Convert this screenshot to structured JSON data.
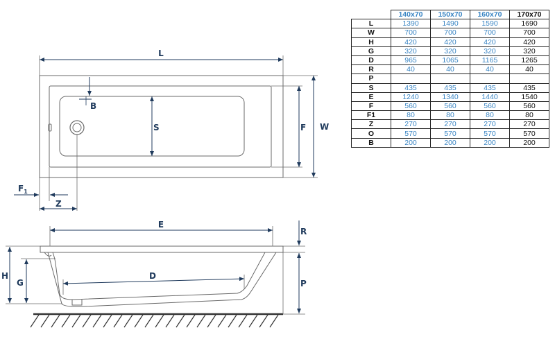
{
  "diagram": {
    "top_view_labels": {
      "L": "L",
      "W": "W",
      "F": "F",
      "S": "S",
      "B": "B",
      "Z": "Z",
      "F1_main": "F",
      "F1_sub": "1"
    },
    "side_view_labels": {
      "E": "E",
      "R": "R",
      "H": "H",
      "G": "G",
      "D": "D",
      "P": "P"
    }
  },
  "spec_table": {
    "headers": [
      "140x70",
      "150x70",
      "160x70",
      "170x70"
    ],
    "rows": [
      {
        "param": "L",
        "values": [
          "1390",
          "1490",
          "1590",
          "1690"
        ]
      },
      {
        "param": "W",
        "values": [
          "700",
          "700",
          "700",
          "700"
        ]
      },
      {
        "param": "H",
        "values": [
          "420",
          "420",
          "420",
          "420"
        ]
      },
      {
        "param": "G",
        "values": [
          "320",
          "320",
          "320",
          "320"
        ]
      },
      {
        "param": "D",
        "values": [
          "965",
          "1065",
          "1165",
          "1265"
        ]
      },
      {
        "param": "R",
        "values": [
          "40",
          "40",
          "40",
          "40"
        ]
      },
      {
        "param": "P",
        "values": [
          "",
          "",
          "",
          ""
        ]
      },
      {
        "param": "S",
        "values": [
          "435",
          "435",
          "435",
          "435"
        ]
      },
      {
        "param": "E",
        "values": [
          "1240",
          "1340",
          "1440",
          "1540"
        ]
      },
      {
        "param": "F",
        "values": [
          "560",
          "560",
          "560",
          "560"
        ]
      },
      {
        "param": "F1",
        "values": [
          "80",
          "80",
          "80",
          "80"
        ]
      },
      {
        "param": "Z",
        "values": [
          "270",
          "270",
          "270",
          "270"
        ]
      },
      {
        "param": "O",
        "values": [
          "570",
          "570",
          "570",
          "570"
        ]
      },
      {
        "param": "B",
        "values": [
          "200",
          "200",
          "200",
          "200"
        ]
      }
    ],
    "colors": {
      "highlight": "#3b86c4",
      "standard": "#111111",
      "dimension": "#1f3a5c",
      "outline": "#6a6a6a"
    }
  }
}
